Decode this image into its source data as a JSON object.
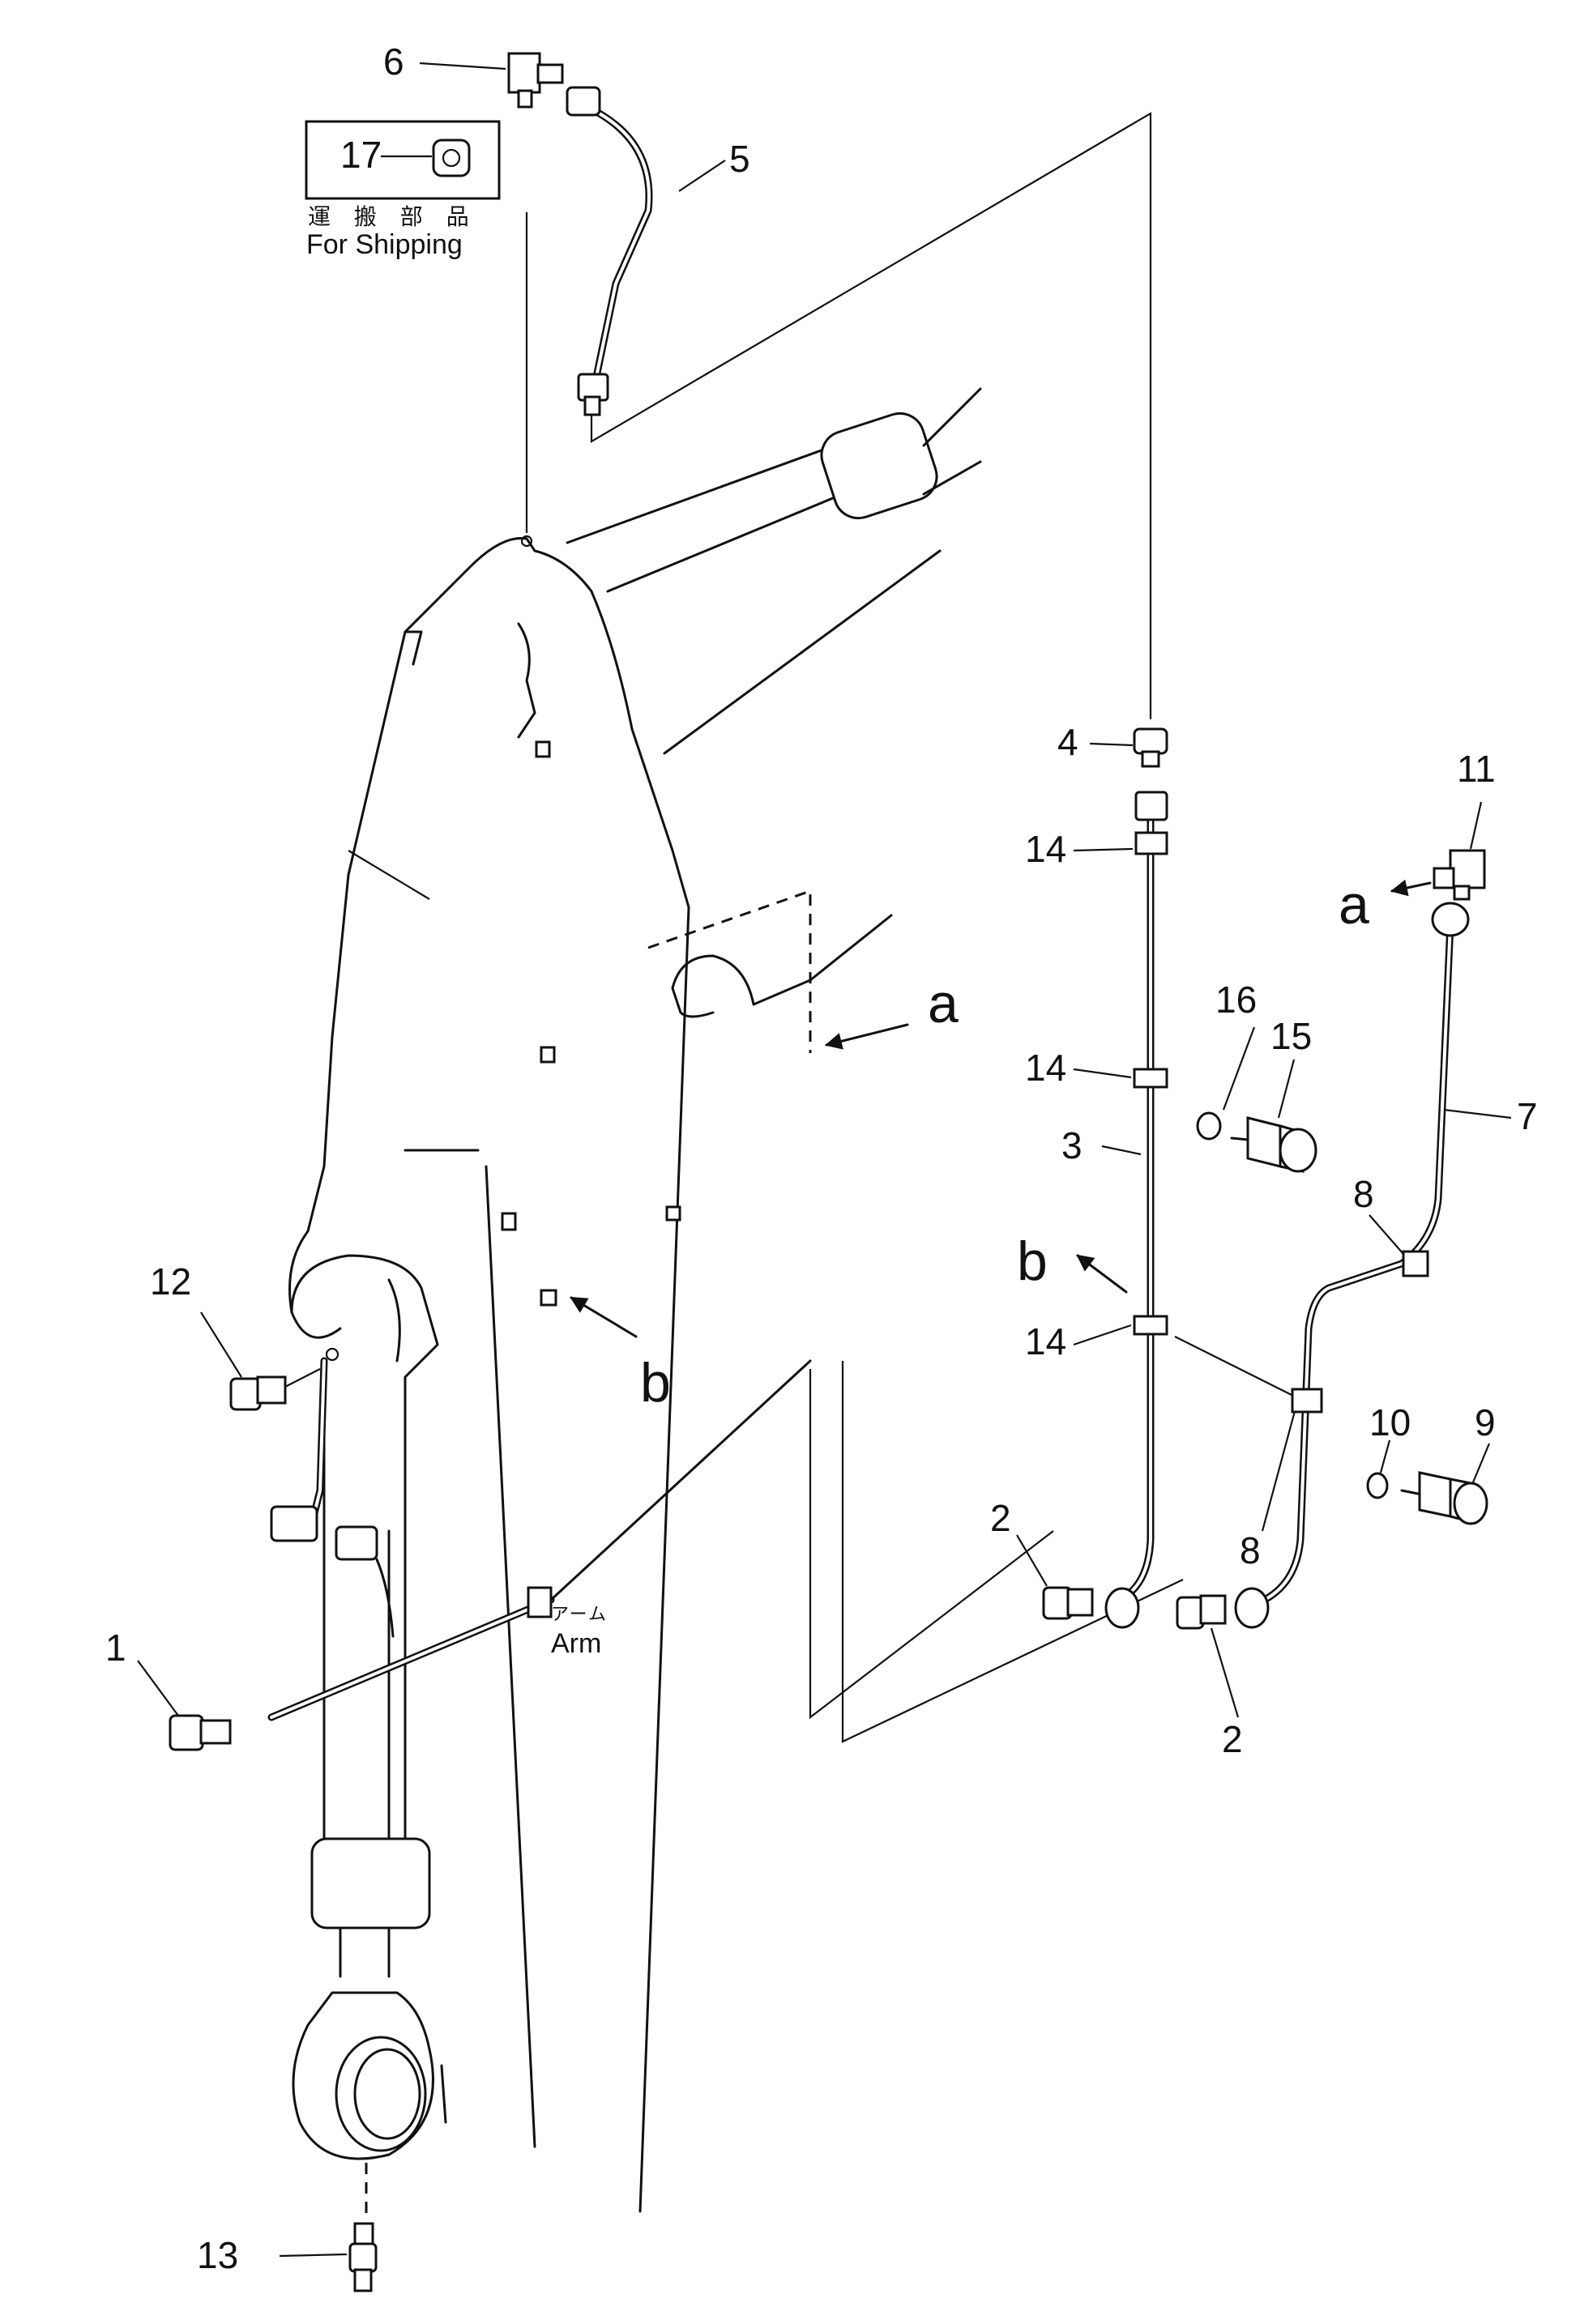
{
  "diagram": {
    "callouts": {
      "p1": "1",
      "p2a": "2",
      "p2b": "2",
      "p3": "3",
      "p4": "4",
      "p5": "5",
      "p6": "6",
      "p7": "7",
      "p8a": "8",
      "p8b": "8",
      "p9": "9",
      "p10": "10",
      "p11": "11",
      "p12": "12",
      "p13": "13",
      "p14a": "14",
      "p14b": "14",
      "p14c": "14",
      "p15": "15",
      "p16": "16",
      "p17": "17"
    },
    "view_arrows": {
      "a_main": "a",
      "a_detail": "a",
      "b_main": "b",
      "b_detail": "b"
    },
    "shipping_label_jp": "運 搬 部 品",
    "shipping_label_en": "For Shipping",
    "arm_label_jp": "アーム",
    "arm_label_en": "Arm"
  }
}
